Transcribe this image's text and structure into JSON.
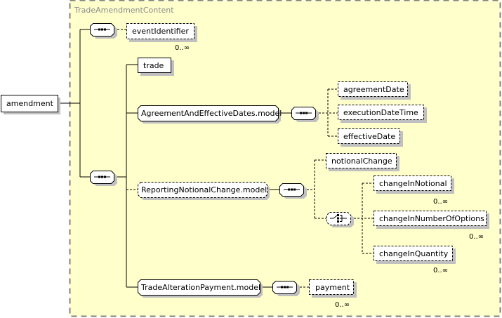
{
  "group": {
    "title": "TradeAmendmentContent",
    "background": "#FFFFCC",
    "border_color": "#808080"
  },
  "root": {
    "label": "amendment"
  },
  "nodes": {
    "eventIdentifier": {
      "label": "eventIdentifier",
      "occurrence": "0..∞"
    },
    "trade": {
      "label": "trade"
    },
    "agreementModel": {
      "label": "AgreementAndEffectiveDates.model"
    },
    "agreementDate": {
      "label": "agreementDate"
    },
    "executionDateTime": {
      "label": "executionDateTime"
    },
    "effectiveDate": {
      "label": "effectiveDate"
    },
    "reportingModel": {
      "label": "ReportingNotionalChange.model"
    },
    "notionalChange": {
      "label": "notionalChange"
    },
    "changeInNotional": {
      "label": "changeInNotional",
      "occurrence": "0..∞"
    },
    "changeInNumberOfOptions": {
      "label": "changeInNumberOfOptions",
      "occurrence": "0..∞"
    },
    "changeInQuantity": {
      "label": "changeInQuantity",
      "occurrence": "0..∞"
    },
    "paymentModel": {
      "label": "TradeAlterationPayment.model"
    },
    "payment": {
      "label": "payment",
      "occurrence": "0..∞"
    }
  },
  "compositors": {
    "sequence_icon": "sequence-icon",
    "choice_icon": "choice-icon"
  }
}
